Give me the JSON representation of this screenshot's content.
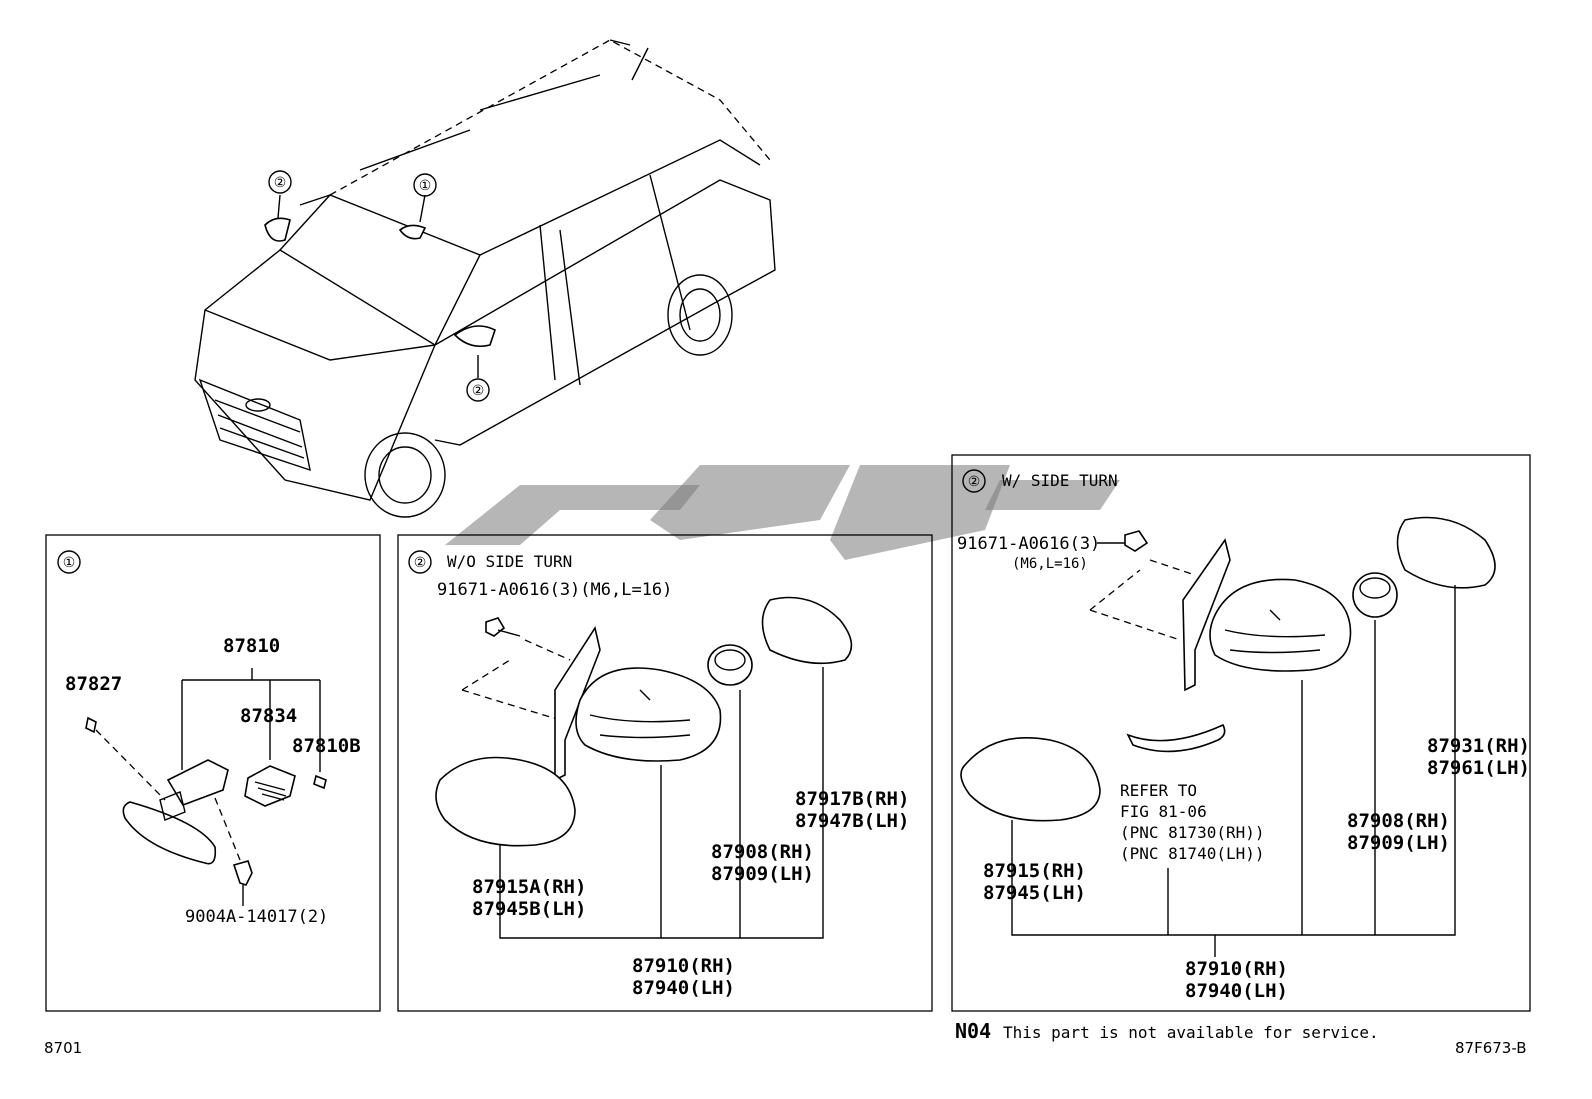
{
  "circled": {
    "one": "①",
    "two": "②"
  },
  "panel1": {
    "parts": {
      "p87810": "87810",
      "p87827": "87827",
      "p87834": "87834",
      "p87810B": "87810B",
      "screw": "9004A-14017(2)"
    }
  },
  "panel2": {
    "title": "W/O SIDE TURN",
    "bolt": "91671-A0616(3)(M6,L=16)",
    "parts": {
      "p87917B": "87917B(RH)",
      "p87947B": "87947B(LH)",
      "p87908": "87908(RH)",
      "p87909": "87909(LH)",
      "p87915A": "87915A(RH)",
      "p87945B": "87945B(LH)",
      "p87910": "87910(RH)",
      "p87940": "87940(LH)"
    }
  },
  "panel3": {
    "title": "W/ SIDE TURN",
    "bolt": "91671-A0616(3)",
    "bolt_spec": "(M6,L=16)",
    "refer": [
      "REFER TO",
      "FIG 81-06",
      "(PNC 81730(RH))",
      "(PNC 81740(LH))"
    ],
    "parts": {
      "p87931": "87931(RH)",
      "p87961": "87961(LH)",
      "p87908": "87908(RH)",
      "p87909": "87909(LH)",
      "p87915": "87915(RH)",
      "p87945": "87945(LH)",
      "p87910": "87910(RH)",
      "p87940": "87940(LH)"
    }
  },
  "footer": {
    "n04_code": "N04",
    "n04_text": "This part is not available for service.",
    "page_code": "8701",
    "fig_code": "87F673-B"
  }
}
